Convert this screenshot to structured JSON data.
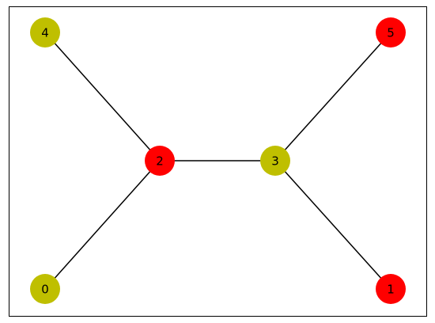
{
  "graph": {
    "nodes": [
      {
        "id": "0",
        "label": "0",
        "color": "#bfbf00"
      },
      {
        "id": "1",
        "label": "1",
        "color": "#ff0000"
      },
      {
        "id": "2",
        "label": "2",
        "color": "#ff0000"
      },
      {
        "id": "3",
        "label": "3",
        "color": "#bfbf00"
      },
      {
        "id": "4",
        "label": "4",
        "color": "#bfbf00"
      },
      {
        "id": "5",
        "label": "5",
        "color": "#ff0000"
      }
    ],
    "edges": [
      {
        "source": "4",
        "target": "2"
      },
      {
        "source": "2",
        "target": "0"
      },
      {
        "source": "2",
        "target": "3"
      },
      {
        "source": "3",
        "target": "5"
      },
      {
        "source": "3",
        "target": "1"
      }
    ],
    "edge_color": "#000000",
    "frame_color": "#000000"
  }
}
